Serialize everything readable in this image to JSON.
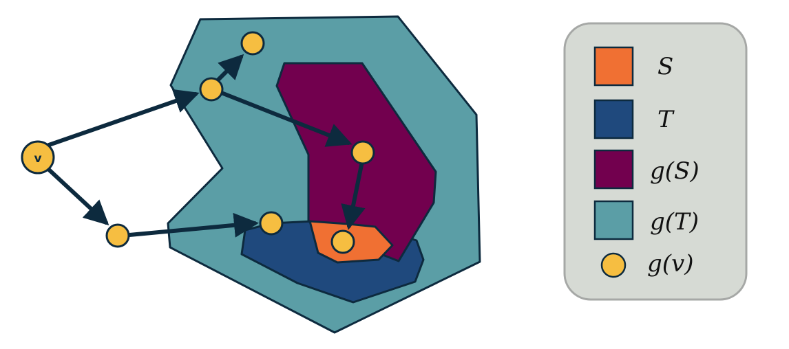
{
  "colors": {
    "S": "#F07033",
    "T": "#1F497D",
    "gS": "#72004E",
    "gT": "#5B9EA6",
    "gv": "#F6BE41",
    "stroke": "#0D2A3E",
    "legend_bg": "#D6DAD4",
    "legend_border": "#A6A8A6"
  },
  "diagram": {
    "source_node_label": "v"
  },
  "legend": {
    "items": [
      {
        "key": "S",
        "label": "S",
        "shape": "square",
        "color": "#F07033"
      },
      {
        "key": "T",
        "label": "T",
        "shape": "square",
        "color": "#1F497D"
      },
      {
        "key": "gS",
        "label": "g(S)",
        "shape": "square",
        "color": "#72004E"
      },
      {
        "key": "gT",
        "label": "g(T)",
        "shape": "square",
        "color": "#5B9EA6"
      },
      {
        "key": "gv",
        "label": "g(v)",
        "shape": "circle",
        "color": "#F6BE41"
      }
    ]
  }
}
